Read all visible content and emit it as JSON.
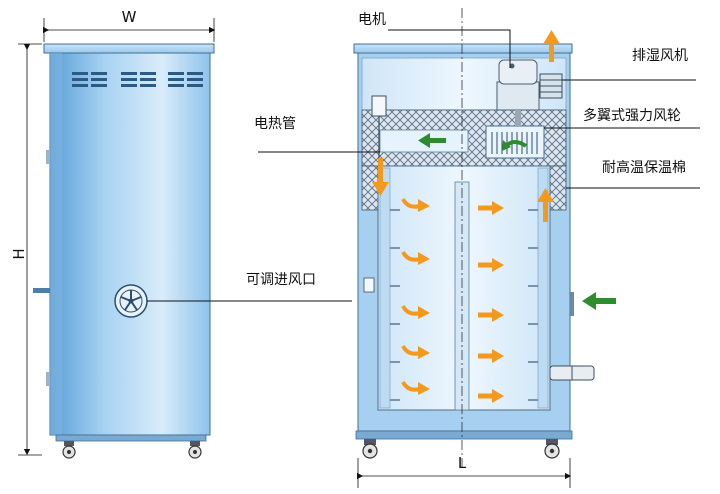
{
  "dimensions": {
    "width": "W",
    "height": "H",
    "length": "L"
  },
  "labels": {
    "motor": "电机",
    "exhaust_fan": "排湿风机",
    "impeller": "多翼式强力风轮",
    "insulation": "耐高温保温棉",
    "heater": "电热管",
    "air_inlet": "可调进风口"
  },
  "colors": {
    "cabinet_light": "#d9ecfa",
    "cabinet_mid": "#8fc3ec",
    "cabinet_dark": "#5a9fd6",
    "arrow_orange": "#f39a1e",
    "arrow_green": "#2e8b2e",
    "insulation": "#b7c9da"
  },
  "icons": [
    "fan-icon",
    "motor-icon",
    "arrow-icon",
    "caster-wheel-icon",
    "hinge-icon"
  ]
}
